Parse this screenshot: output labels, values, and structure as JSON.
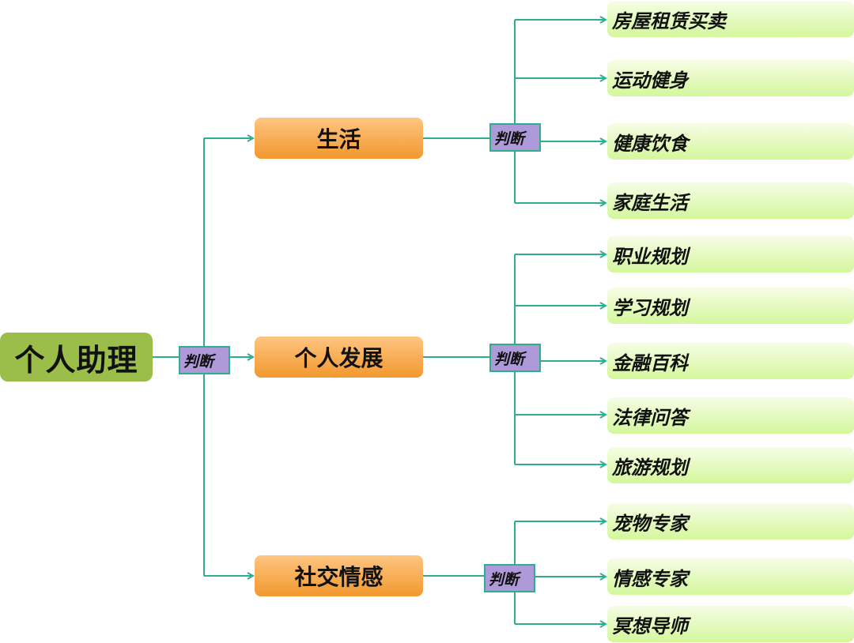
{
  "diagram": {
    "title": "个人助理",
    "judge_label": "判断",
    "colors": {
      "line": "#2eae8e",
      "root_fill": "#9bbe4a",
      "category_fill_top": "#fec581",
      "category_fill_bottom": "#f2982e",
      "judge_fill": "#ae9ad8",
      "leaf_fill_top": "#f6fde6",
      "leaf_fill_bottom": "#d4f79c"
    },
    "categories": [
      {
        "label": "生活",
        "items": [
          "房屋租赁买卖",
          "运动健身",
          "健康饮食",
          "家庭生活"
        ]
      },
      {
        "label": "个人发展",
        "items": [
          "职业规划",
          "学习规划",
          "金融百科",
          "法律问答",
          "旅游规划"
        ]
      },
      {
        "label": "社交情感",
        "items": [
          "宠物专家",
          "情感专家",
          "冥想导师"
        ]
      }
    ]
  }
}
